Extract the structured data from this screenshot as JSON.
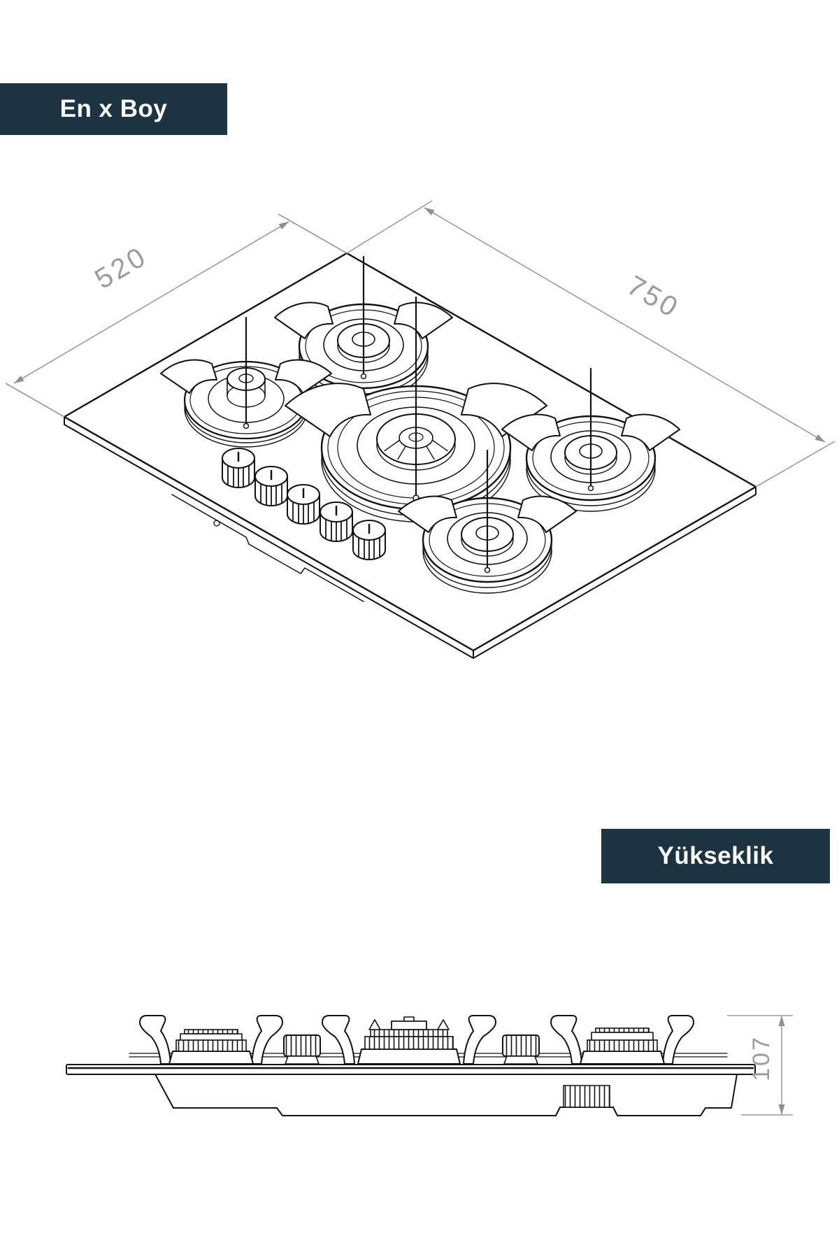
{
  "colors": {
    "background": "#ffffff",
    "label_bg": "#1e3342",
    "label_text": "#fafbfb",
    "line": "#121212",
    "dim": "#9b9b9b",
    "dim_arrow": "#8f8f8f"
  },
  "size_section": {
    "label": "En x Boy",
    "width_mm": "520",
    "depth_mm": "750"
  },
  "height_section": {
    "label": "Yükseklik",
    "height_mm": "107"
  }
}
